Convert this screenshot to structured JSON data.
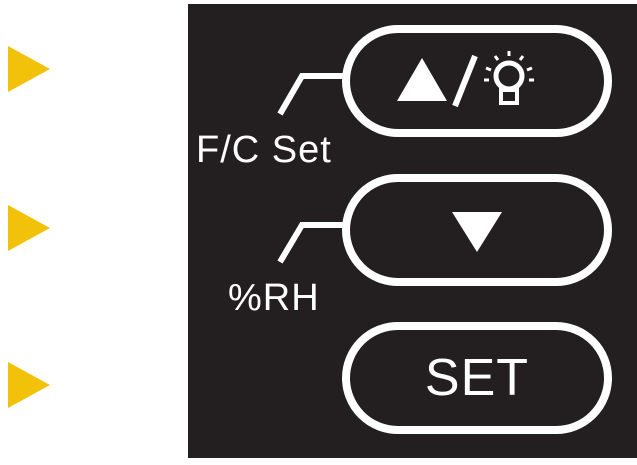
{
  "colors": {
    "pointer": "#f2c20b",
    "panel": "#231f20",
    "foreground": "#ffffff"
  },
  "pointers": [
    {
      "icon": "triangle-right-icon"
    },
    {
      "icon": "triangle-right-icon"
    },
    {
      "icon": "triangle-right-icon"
    }
  ],
  "keypad": {
    "up_key": {
      "icons": [
        "triangle-up-icon",
        "slash",
        "backlight-bulb-icon"
      ]
    },
    "down_key": {
      "icons": [
        "triangle-down-icon"
      ]
    },
    "set_key": {
      "label": "SET"
    },
    "fc_label": "F/C Set",
    "rh_label": "%RH"
  }
}
